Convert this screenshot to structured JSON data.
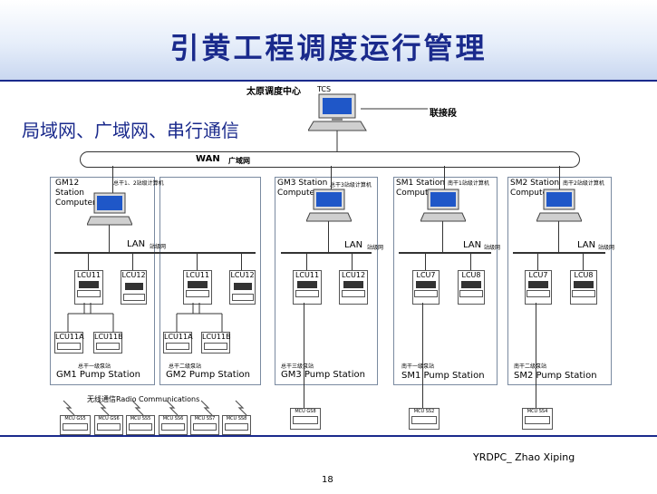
{
  "title": "引黄工程调度运行管理",
  "subtitle": "局域网、广域网、串行通信",
  "center": {
    "name": "太原调度中心",
    "tcs": "TCS",
    "link": "联接段"
  },
  "wan": {
    "label": "WAN",
    "label_cn": "广域网"
  },
  "stations": [
    {
      "id": "gm12",
      "computer": "GM12 Station Computer",
      "note": "总干1、2站级计算机",
      "lan": "LAN",
      "lan_cn": "站级网"
    },
    {
      "id": "gm3",
      "computer": "GM3 Station Computer",
      "note": "总干3站级计算机",
      "lan": "LAN",
      "lan_cn": "站级网"
    },
    {
      "id": "sm1",
      "computer": "SM1 Station Computer",
      "note": "南干1站级计算机",
      "lan": "LAN",
      "lan_cn": "站级网"
    },
    {
      "id": "sm2",
      "computer": "SM2 Station Computer",
      "note": "南干2站级计算机",
      "lan": "LAN",
      "lan_cn": "站级网"
    }
  ],
  "lcus": {
    "gm1_a": "LCU11",
    "gm1_b": "LCU12",
    "gm1_c": "LCU11A",
    "gm1_d": "LCU11B",
    "gm2_a": "LCU11",
    "gm2_b": "LCU12",
    "gm2_c": "LCU11A",
    "gm2_d": "LCU11B",
    "gm3_a": "LCU11",
    "gm3_b": "LCU12",
    "sm1_a": "LCU7",
    "sm1_b": "LCU8",
    "sm2_a": "LCU7",
    "sm2_b": "LCU8"
  },
  "pump_stations": {
    "gm1": {
      "cn": "总干一级泵站",
      "en": "GM1 Pump Station"
    },
    "gm2": {
      "cn": "总干二级泵站",
      "en": "GM2 Pump Station"
    },
    "gm3": {
      "cn": "总干三级泵站",
      "en": "GM3 Pump Station"
    },
    "sm1": {
      "cn": "南干一级泵站",
      "en": "SM1 Pump Station"
    },
    "sm2": {
      "cn": "南干二级泵站",
      "en": "SM2 Pump Station"
    }
  },
  "radio": "无线通信Radio Communications",
  "mcus": [
    "MCU GS5",
    "MCU GS6",
    "MCU SS5",
    "MCU SS6",
    "MCU SS7",
    "MCU SS8"
  ],
  "mcu_gm3": "MCU GS8",
  "mcu_sm1": "MCU SS2",
  "mcu_sm2": "MCU SS4",
  "footer": {
    "author": "YRDPC_ Zhao Xiping",
    "page": "18"
  }
}
